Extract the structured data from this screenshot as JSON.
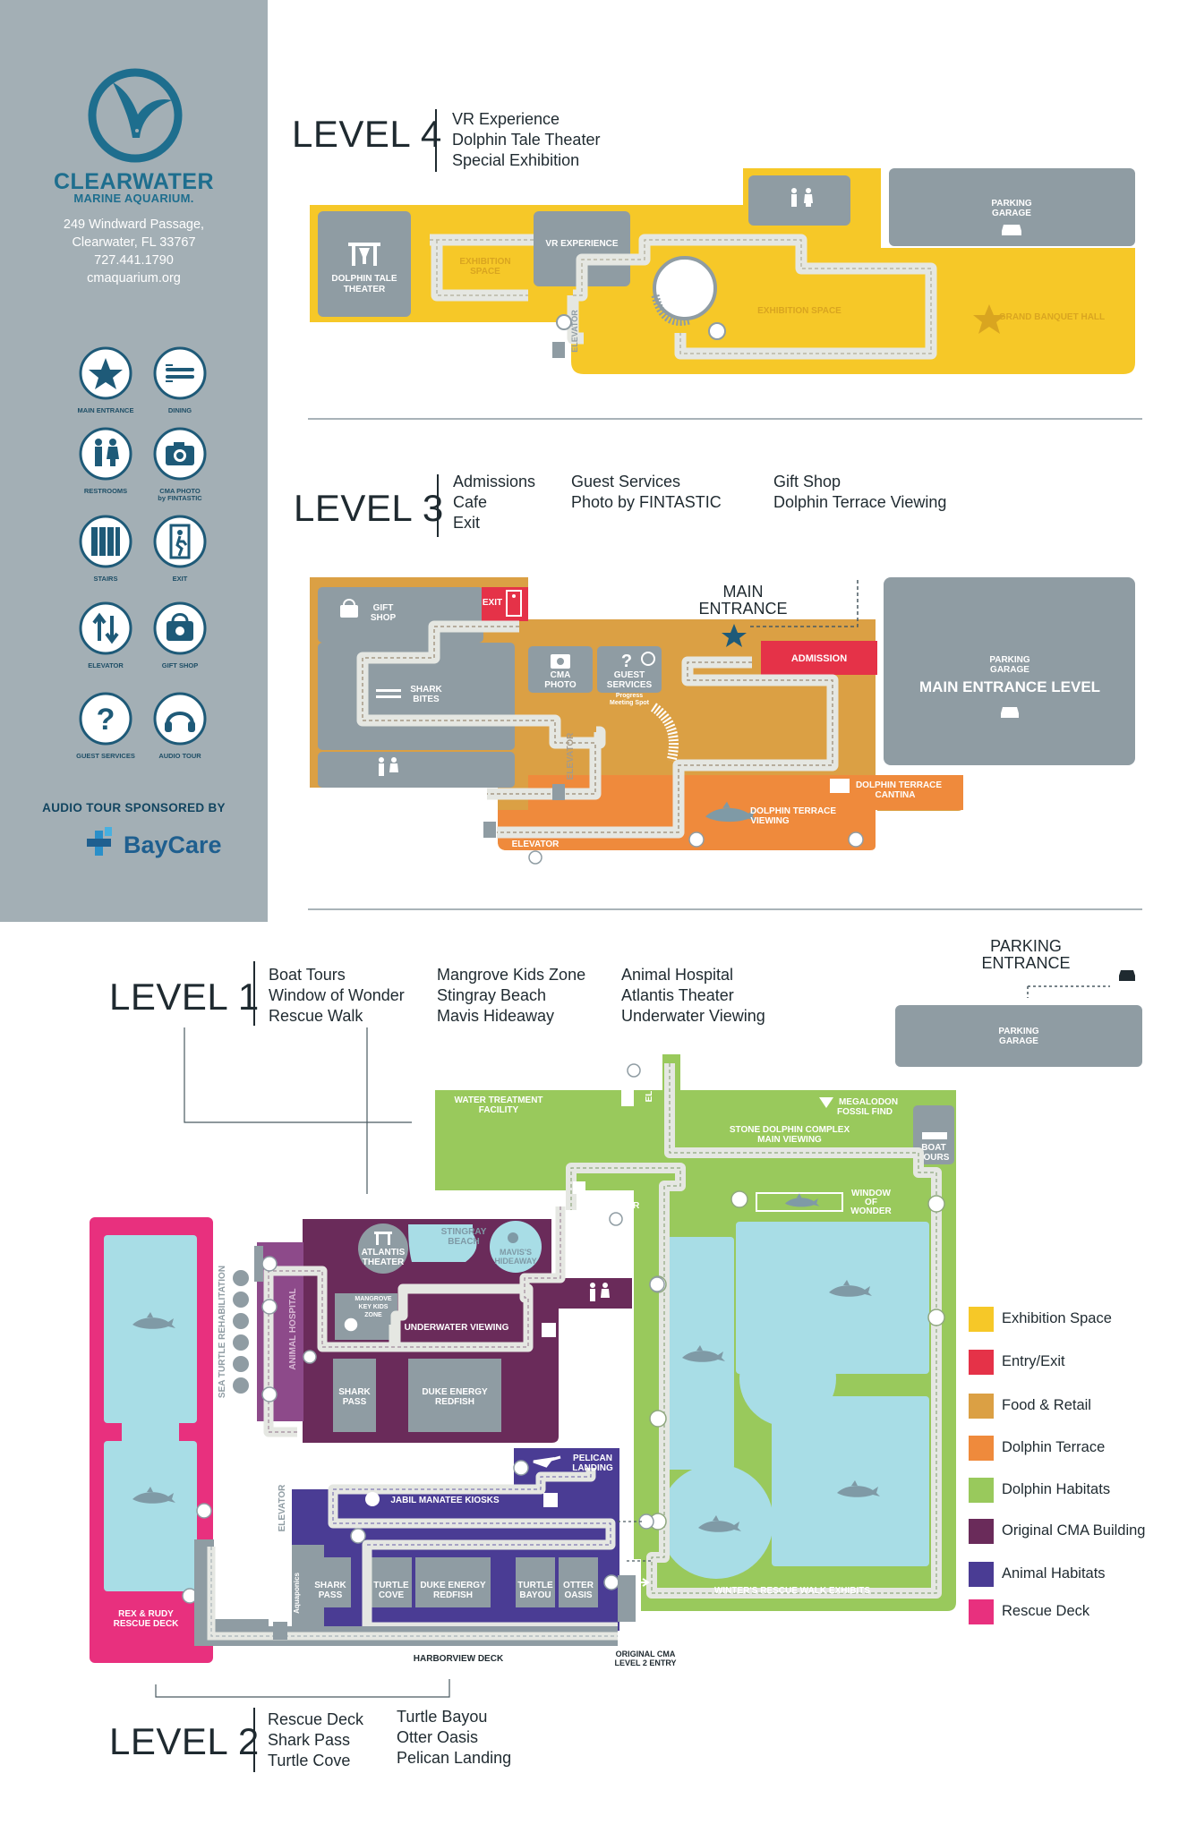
{
  "brand": {
    "name": "CLEARWATER",
    "subtitle": "MARINE AQUARIUM.",
    "address": [
      "249 Windward Passage,",
      "Clearwater, FL 33767",
      "727.441.1790",
      "cmaquarium.org"
    ]
  },
  "legend_icons": [
    {
      "label": "MAIN ENTRANCE",
      "icon": "star-icon"
    },
    {
      "label": "DINING",
      "icon": "dining-icon"
    },
    {
      "label": "RESTROOMS",
      "icon": "restroom-icon"
    },
    {
      "label": "CMA PHOTO",
      "label2": "by FINTASTIC",
      "icon": "camera-icon"
    },
    {
      "label": "STAIRS",
      "icon": "stairs-icon"
    },
    {
      "label": "EXIT",
      "icon": "exit-icon"
    },
    {
      "label": "ELEVATOR",
      "icon": "elevator-icon"
    },
    {
      "label": "GIFT SHOP",
      "icon": "gift-shop-icon"
    },
    {
      "label": "GUEST SERVICES",
      "icon": "question-icon"
    },
    {
      "label": "AUDIO TOUR",
      "icon": "headphones-icon"
    }
  ],
  "sponsor": {
    "label": "AUDIO TOUR SPONSORED BY",
    "name": "BayCare"
  },
  "levels": {
    "level4": {
      "title": "LEVEL 4",
      "items": [
        "VR Experience",
        "Dolphin Tale Theater",
        "Special Exhibition"
      ]
    },
    "level3": {
      "title": "LEVEL 3",
      "col1": [
        "Admissions",
        "Cafe",
        "Exit"
      ],
      "col2": [
        "Guest Services",
        "Photo by FINTASTIC"
      ],
      "col3": [
        "Gift Shop",
        "Dolphin Terrace Viewing"
      ]
    },
    "level1": {
      "title": "LEVEL 1",
      "col1": [
        "Boat Tours",
        "Window of Wonder",
        "Rescue Walk"
      ],
      "col2": [
        "Mangrove Kids Zone",
        "Stingray Beach",
        "Mavis Hideaway"
      ],
      "col3": [
        "Animal Hospital",
        "Atlantis Theater",
        "Underwater Viewing"
      ]
    },
    "level2": {
      "title": "LEVEL 2",
      "col1": [
        "Rescue Deck",
        "Shark Pass",
        "Turtle Cove"
      ],
      "col2": [
        "Turtle Bayou",
        "Otter Oasis",
        "Pelican Landing"
      ]
    }
  },
  "annotations": {
    "main_entrance": [
      "MAIN",
      "ENTRANCE"
    ],
    "parking_entrance": [
      "PARKING",
      "ENTRANCE"
    ]
  },
  "map_labels": {
    "l4_theater": [
      "DOLPHIN TALE",
      "THEATER"
    ],
    "l4_exhibition_left": [
      "EXHIBITION",
      "SPACE"
    ],
    "l4_vr": "VR EXPERIENCE",
    "l4_exhibition_right": "EXHIBITION SPACE",
    "l4_banquet": "GRAND BANQUET HALL",
    "l4_elevator": "ELEVATOR",
    "parking_garage": [
      "PARKING",
      "GARAGE"
    ],
    "l3_gift": [
      "GIFT",
      "SHOP"
    ],
    "l3_exit": "EXIT",
    "l3_shark_bites": [
      "SHARK",
      "BITES"
    ],
    "l3_cma_photo": [
      "CMA",
      "PHOTO"
    ],
    "l3_guest": [
      "GUEST",
      "SERVICES"
    ],
    "l3_meeting": [
      "Progress",
      "Meeting Spot"
    ],
    "l3_admission": "ADMISSION",
    "l3_main_entrance_level": "MAIN ENTRANCE LEVEL",
    "l3_elevator": "ELEVATOR",
    "l3_cantina": [
      "DOLPHIN TERRACE",
      "CANTINA"
    ],
    "l3_terrace_viewing": [
      "DOLPHIN TERRACE",
      "VIEWING"
    ],
    "l1_water_treatment": [
      "WATER TREATMENT",
      "FACILITY"
    ],
    "l1_megalodon": [
      "MEGALODON",
      "FOSSIL FIND"
    ],
    "l1_stone_dolphin": [
      "STONE DOLPHIN COMPLEX",
      "MAIN VIEWING"
    ],
    "l1_boat_tours": [
      "BOAT",
      "TOURS"
    ],
    "l1_original_entry": [
      "ORIGINAL CMA",
      "LEVEL 1 ENTRY"
    ],
    "l1_elevator": "ELEVATOR",
    "l1_window": [
      "WINDOW",
      "OF",
      "WONDER"
    ],
    "l1_atlantis": [
      "ATLANTIS",
      "THEATER"
    ],
    "l1_stingray": [
      "STINGRAY",
      "BEACH"
    ],
    "l1_mavis": [
      "MAVIS'S",
      "HIDEAWAY"
    ],
    "l1_sea_turtle": "SEA TURTLE REHABILITATION",
    "l1_animal_hospital": "ANIMAL HOSPITAL",
    "l1_mangrove": [
      "MANGROVE",
      "KEY KIDS",
      "ZONE"
    ],
    "l1_underwater": "UNDERWATER VIEWING",
    "l1_shark_pass_upper": [
      "SHARK",
      "PASS"
    ],
    "l1_duke_upper": [
      "DUKE ENERGY",
      "REDFISH"
    ],
    "l2_pelican": [
      "PELICAN",
      "LANDING"
    ],
    "l2_jabil": "JABIL MANATEE KIOSKS",
    "l2_aquaponics": "Aquaponics",
    "l2_elevator": "ELEVATOR",
    "l2_shark_pass": [
      "SHARK",
      "PASS"
    ],
    "l2_turtle_cove": [
      "TURTLE",
      "COVE"
    ],
    "l2_duke": [
      "DUKE ENERGY",
      "REDFISH"
    ],
    "l2_turtle_bayou": [
      "TURTLE",
      "BAYOU"
    ],
    "l2_otter": [
      "OTTER",
      "OASIS"
    ],
    "l2_rescue_deck": [
      "REX & RUDY",
      "RESCUE DECK"
    ],
    "l2_harborview": "HARBORVIEW DECK",
    "l2_original_entry": [
      "ORIGINAL CMA",
      "LEVEL 2 ENTRY"
    ],
    "l1_winters": "WINTER'S RESCUE WALK EXHIBITS"
  },
  "key": [
    {
      "label": "Exhibition Space",
      "color": "#f6c828"
    },
    {
      "label": "Entry/Exit",
      "color": "#e53248"
    },
    {
      "label": "Food & Retail",
      "color": "#dba044"
    },
    {
      "label": "Dolphin Terrace",
      "color": "#ef8a3c"
    },
    {
      "label": "Dolphin Habitats",
      "color": "#99c95c"
    },
    {
      "label": "Original CMA Building",
      "color": "#6a2b5a"
    },
    {
      "label": "Animal Habitats",
      "color": "#4a3c94"
    },
    {
      "label": "Rescue Deck",
      "color": "#e8307e"
    }
  ],
  "colors": {
    "sidebar": "#a3afb5",
    "brand_blue": "#1e6e8e",
    "gray_block": "#8f9ca3",
    "path": "#e5e7e2",
    "water": "#a8dde6"
  }
}
